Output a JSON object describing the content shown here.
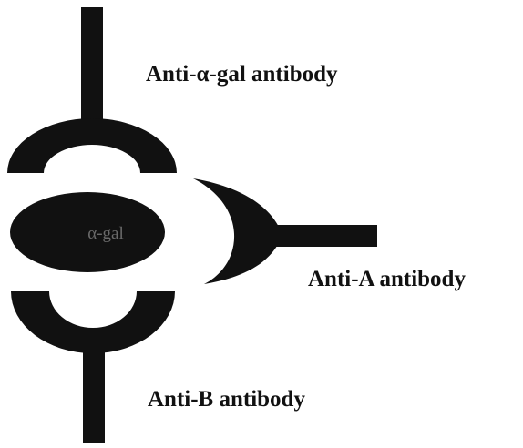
{
  "diagram": {
    "antigen": {
      "label": "α-gal"
    },
    "antibodies": [
      {
        "id": "anti-alpha-gal",
        "label": "Anti-α-gal antibody"
      },
      {
        "id": "anti-a",
        "label": "Anti-A antibody"
      },
      {
        "id": "anti-b",
        "label": "Anti-B antibody"
      }
    ]
  },
  "colors": {
    "ink": "#111111",
    "background": "#ffffff",
    "antigen_text": "#6a6a6a"
  }
}
